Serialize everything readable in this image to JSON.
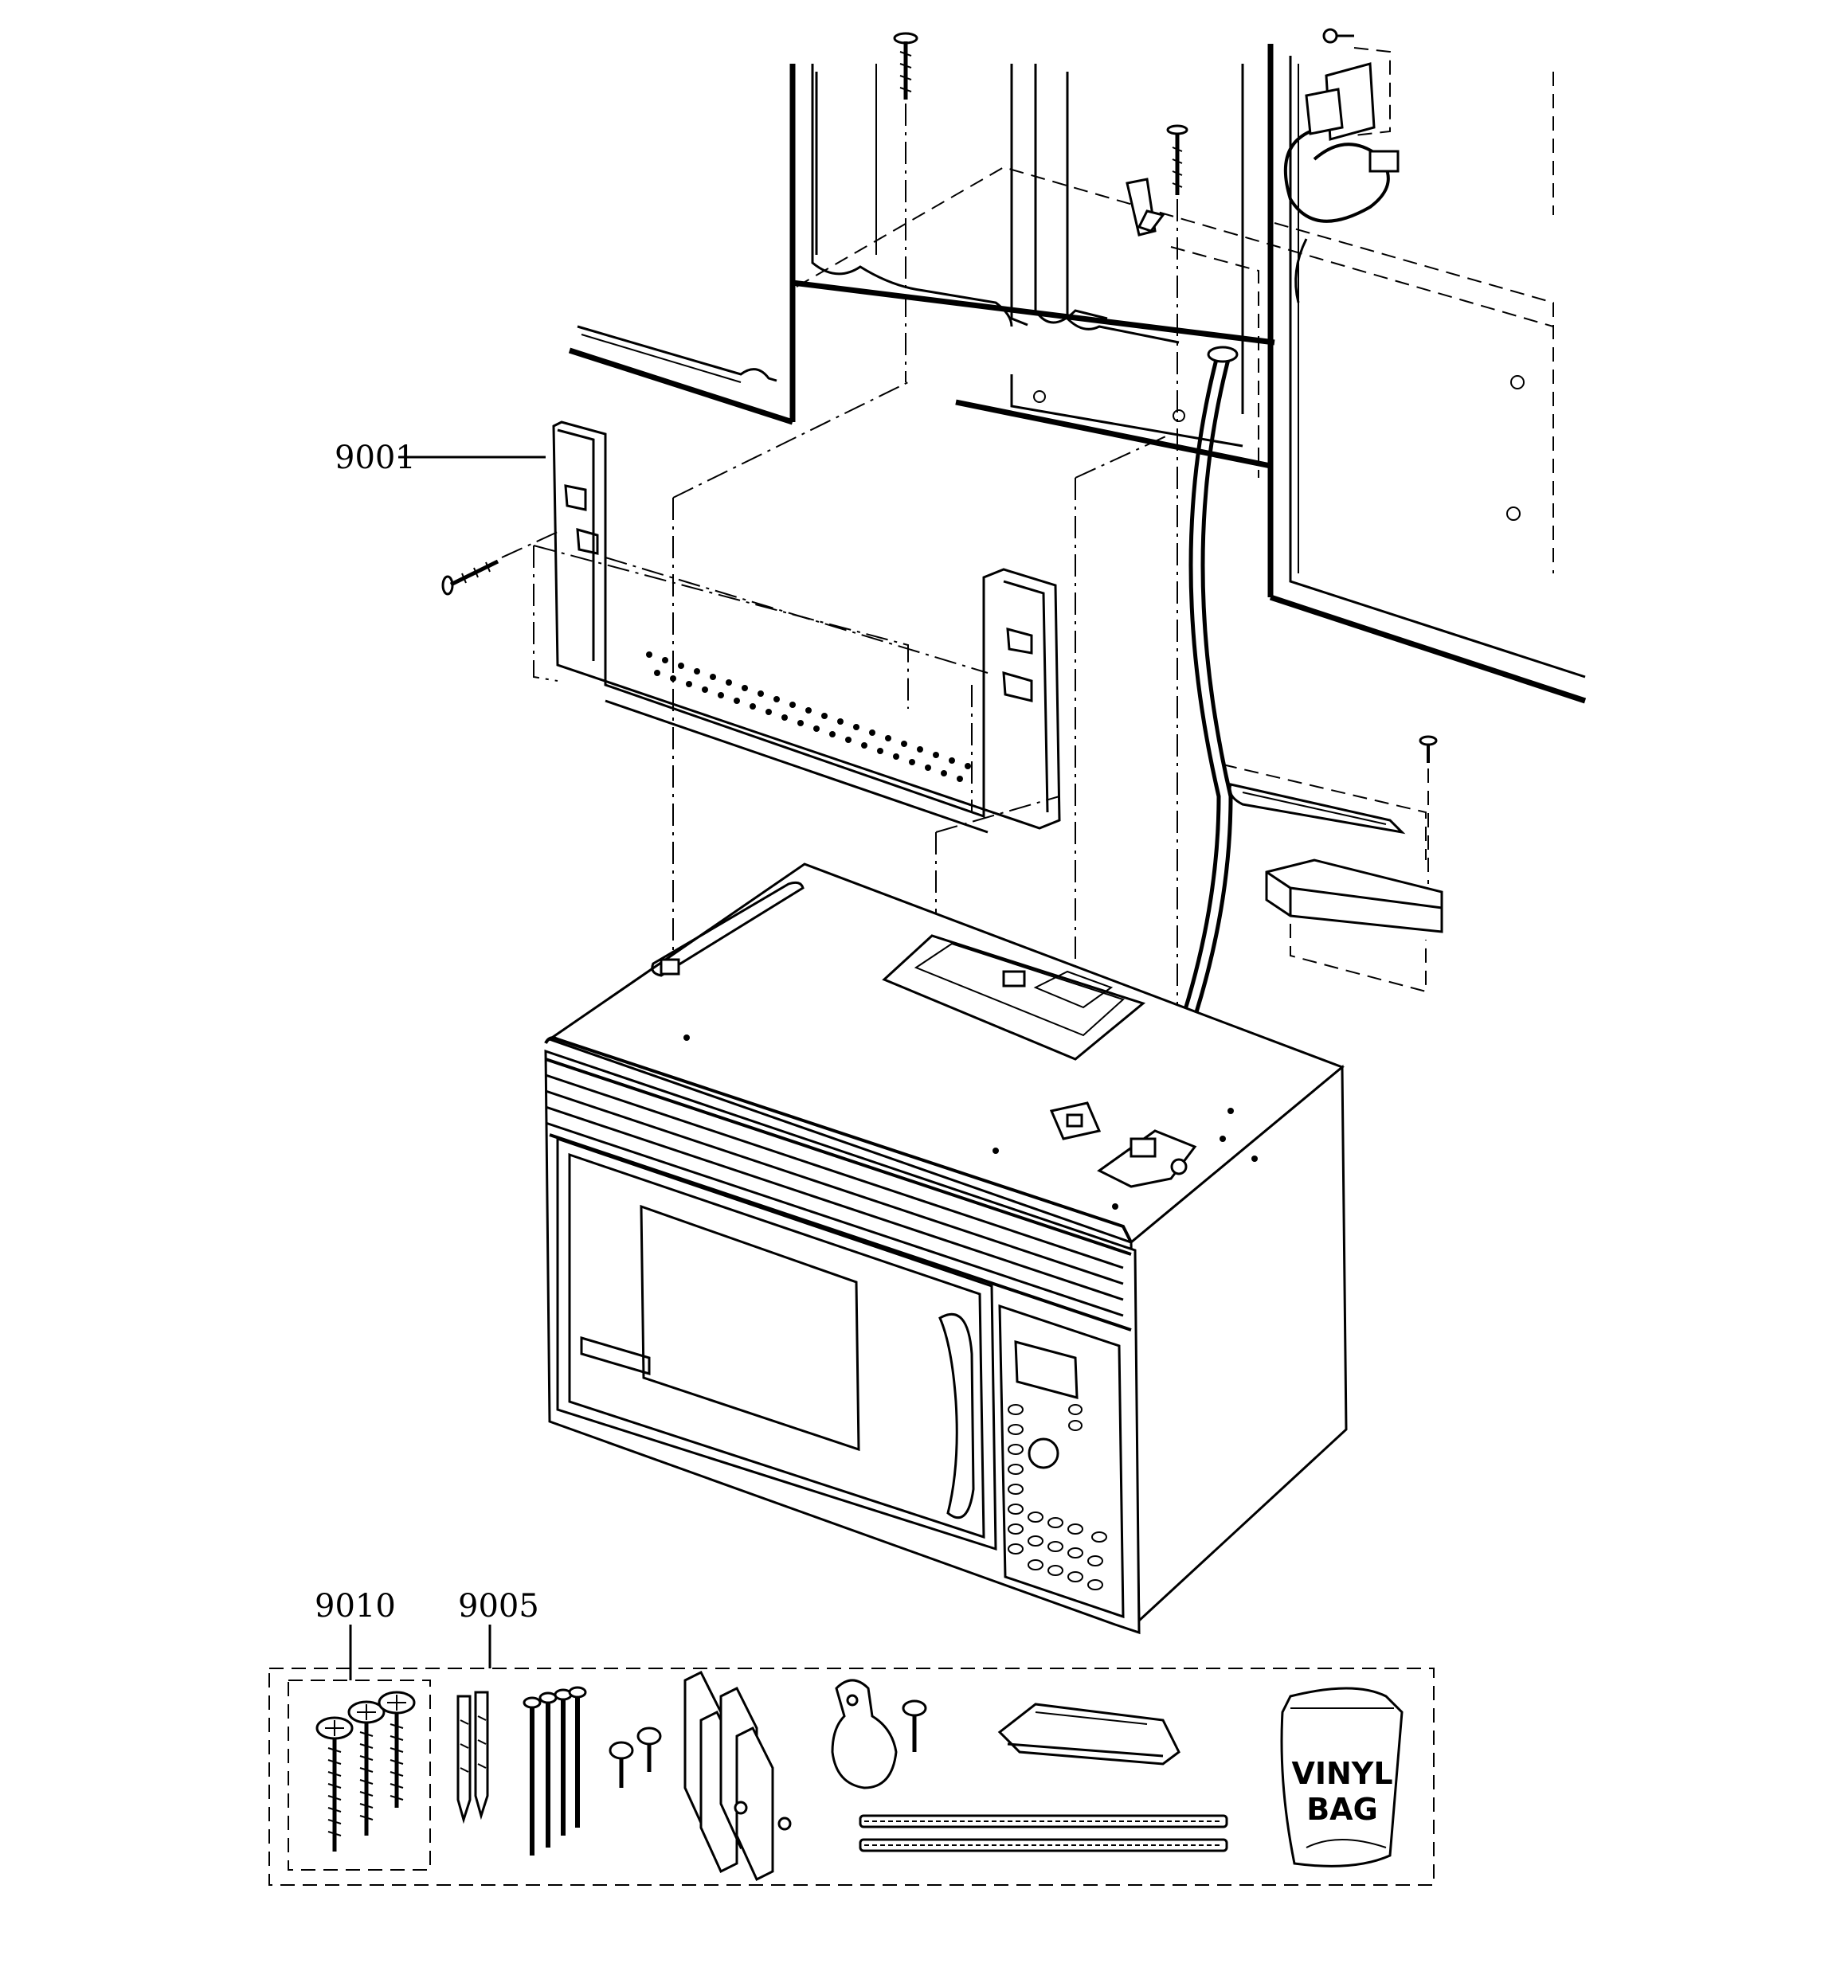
{
  "diagram": {
    "callouts": [
      {
        "id": "9001",
        "label": "9001"
      },
      {
        "id": "9010",
        "label": "9010"
      },
      {
        "id": "9005",
        "label": "9005"
      }
    ],
    "vinyl_bag": {
      "line1": "VINYL",
      "line2": "BAG"
    }
  }
}
